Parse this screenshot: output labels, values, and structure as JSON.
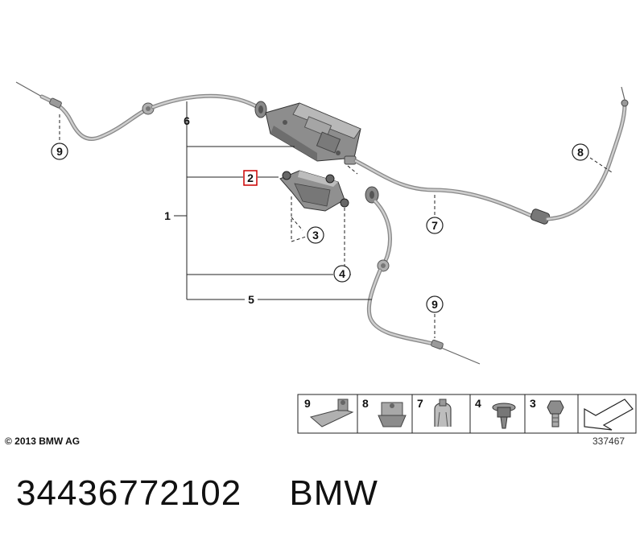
{
  "callouts": {
    "c1": "1",
    "c2": "2",
    "c3": "3",
    "c4": "4",
    "c5": "5",
    "c6": "6",
    "c7": "7",
    "c8": "8",
    "c9_left": "9",
    "c9_right": "9"
  },
  "legend": {
    "items": [
      {
        "number": "9",
        "part": "cable-holder-clip"
      },
      {
        "number": "8",
        "part": "cable-clamp-clip"
      },
      {
        "number": "7",
        "part": "spring-clip"
      },
      {
        "number": "4",
        "part": "collar-nut"
      },
      {
        "number": "3",
        "part": "hex-bolt"
      },
      {
        "number": "",
        "part": "direction-arrow-icon"
      }
    ]
  },
  "copyright": "© 2013 BMW AG",
  "diagram_id": "337467",
  "footer": {
    "part_number": "34436772102",
    "brand": "BMW"
  },
  "colors": {
    "highlight": "#cc0000",
    "line": "#222222",
    "cable": "#999999",
    "part_fill": "#9a9a9a"
  }
}
